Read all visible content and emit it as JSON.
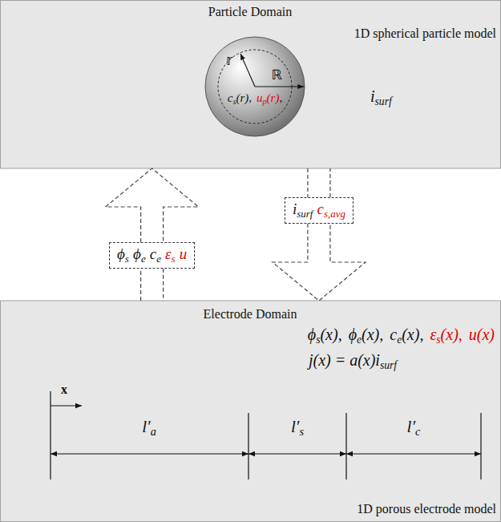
{
  "diagram": {
    "nodes": [
      {
        "text": [
          "Particle Domain",
          "1D spherical particle model",
          "i",
          "surf"
        ]
      },
      {
        "text": [
          "𝕣",
          "ℝ",
          "c",
          "s",
          "(r),",
          "u",
          "p",
          "(r)",
          ","
        ],
        "in": 0
      },
      {
        "text": [
          "ϕ",
          "s",
          "ϕ",
          "e",
          "c",
          "e",
          "ε",
          "s",
          "u"
        ]
      },
      {
        "text": [
          "i",
          "surf",
          "c",
          "s,avg"
        ]
      },
      {
        "text": [
          "Electrode Domain",
          "ϕ",
          "s",
          "(x),",
          "ϕ",
          "e",
          "(x),",
          "c",
          "e",
          "(x),",
          "ε",
          "s",
          "(x),",
          "u(x)",
          "j(x) = a(x)i",
          "surf",
          "1D porous electrode model"
        ]
      }
    ],
    "edges": [
      {
        "from": 4,
        "to": 2,
        "arrow": "none"
      },
      {
        "from": 2,
        "to": 0,
        "arrow": "to"
      },
      {
        "from": 0,
        "to": 3,
        "arrow": "none"
      },
      {
        "from": 3,
        "to": 4,
        "arrow": "to"
      }
    ],
    "labels": [
      "x",
      "l′",
      "a",
      "l′",
      "s",
      "l′",
      "c"
    ]
  }
}
